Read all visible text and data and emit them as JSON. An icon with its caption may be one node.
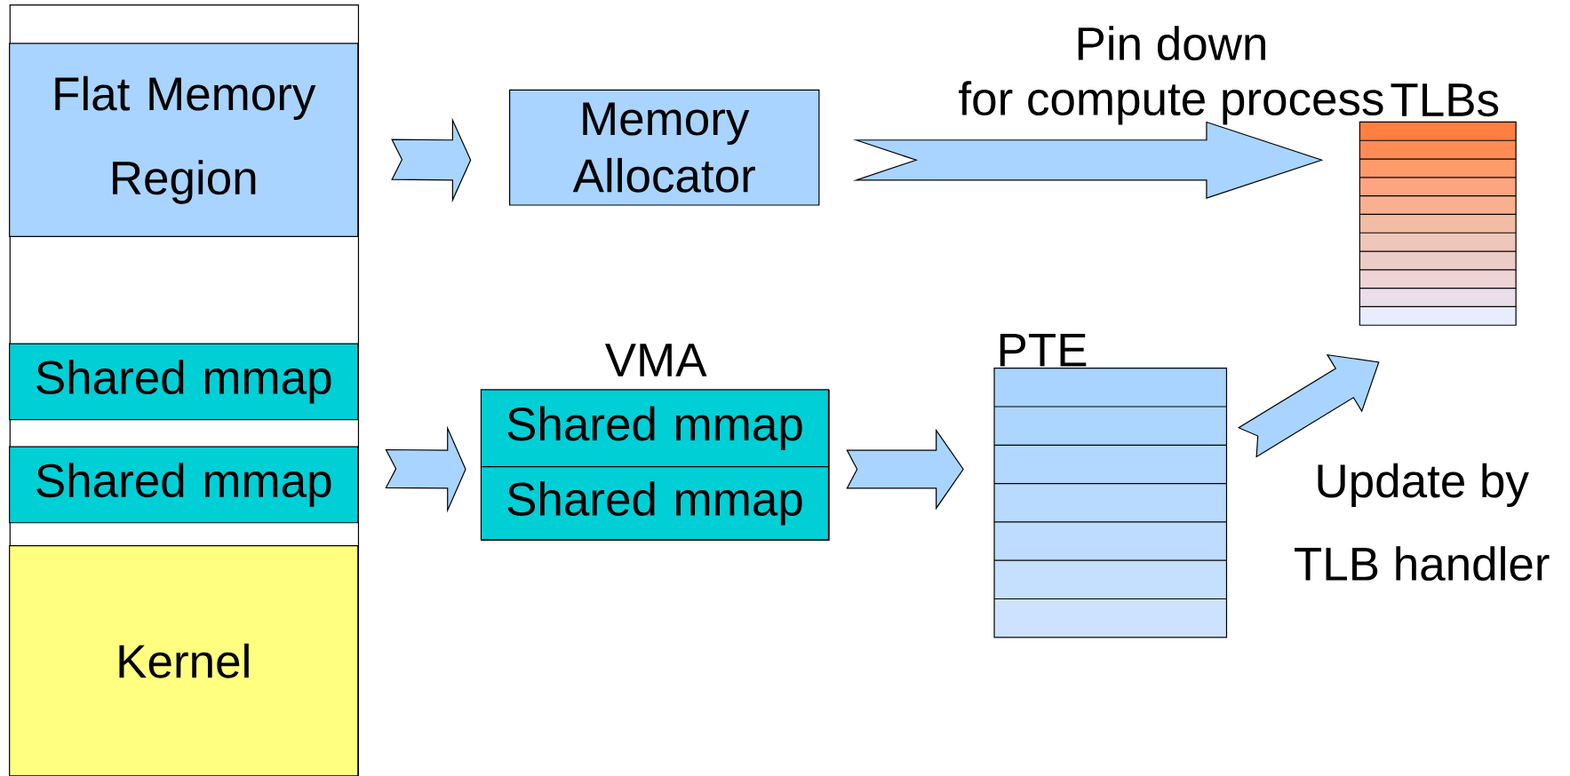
{
  "diagram": {
    "nodes": [
      {
        "text": [],
        "shape": "box"
      },
      {
        "text": [
          "Flat Memory Region"
        ],
        "in": 0
      },
      {
        "text": [
          "Shared mmap"
        ],
        "in": 0
      },
      {
        "text": [
          "Shared mmap"
        ],
        "in": 0
      },
      {
        "text": [
          "Kernel"
        ],
        "in": 0
      },
      {
        "text": [
          "Memory Allocator"
        ]
      },
      {
        "text": [
          "VMA"
        ]
      },
      {
        "text": [
          "Shared mmap"
        ],
        "in": 6
      },
      {
        "text": [
          "Shared mmap"
        ],
        "in": 6
      },
      {
        "text": [
          "PTE"
        ]
      },
      {
        "text": [
          "TLBs"
        ]
      }
    ],
    "edges": [
      {
        "from": 1,
        "to": 5,
        "arrow": "to"
      },
      {
        "from": 5,
        "to": 10,
        "arrow": "to",
        "label": "Pin down for compute process"
      },
      {
        "from": 3,
        "to": 6,
        "arrow": "to"
      },
      {
        "from": 6,
        "to": 9,
        "arrow": "to"
      },
      {
        "from": 9,
        "to": 10,
        "arrow": "to",
        "label": "Update by TLB handler"
      }
    ]
  }
}
